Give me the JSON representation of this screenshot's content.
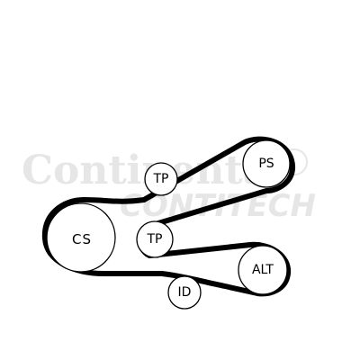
{
  "watermark": {
    "brand_line_1": "Continental",
    "brand_line_2": "CONTITECH"
  },
  "pulleys": {
    "cs": {
      "label": "CS"
    },
    "tp_upper": {
      "label": "TP"
    },
    "ps": {
      "label": "PS"
    },
    "tp_lower": {
      "label": "TP"
    },
    "alt": {
      "label": "ALT"
    },
    "id": {
      "label": "ID"
    }
  },
  "colors": {
    "belt": "#000000",
    "watermark": "#e6e6e6",
    "background": "#ffffff"
  }
}
